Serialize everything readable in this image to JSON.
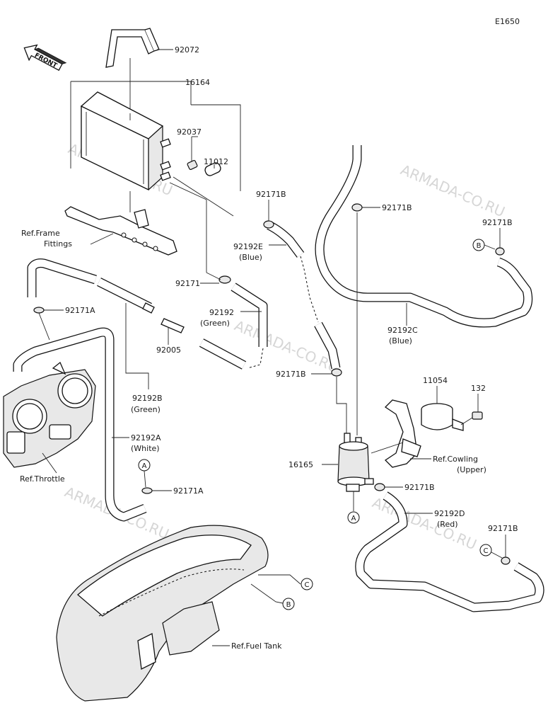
{
  "diagram_code": "E1650",
  "front_label": "FRONT",
  "watermark": "ARMADA-CO.RU",
  "parts": {
    "p92072": "92072",
    "p16164": "16164",
    "p92037": "92037",
    "p11012": "11012",
    "p92171B_1": "92171B",
    "p92171B_2": "92171B",
    "p92171B_3": "92171B",
    "p92171B_4": "92171B",
    "p92171B_5": "92171B",
    "p92171B_6": "92171B",
    "p92192E": "92192E",
    "p92192E_color": "(Blue)",
    "p92171": "92171",
    "p92192": "92192",
    "p92192_color": "(Green)",
    "p92171A_1": "92171A",
    "p92171A_2": "92171A",
    "p92005": "92005",
    "p92192B": "92192B",
    "p92192B_color": "(Green)",
    "p92192A": "92192A",
    "p92192A_color": "(White)",
    "p92192C": "92192C",
    "p92192C_color": "(Blue)",
    "p11054": "11054",
    "p132": "132",
    "p16165": "16165",
    "p92192D": "92192D",
    "p92192D_color": "(Red)"
  },
  "refs": {
    "frame_1": "Ref.Frame",
    "frame_2": "Fittings",
    "throttle": "Ref.Throttle",
    "cowling_1": "Ref.Cowling",
    "cowling_2": "(Upper)",
    "fuel_tank": "Ref.Fuel Tank"
  },
  "connectors": {
    "A": "A",
    "B": "B",
    "C": "C"
  }
}
